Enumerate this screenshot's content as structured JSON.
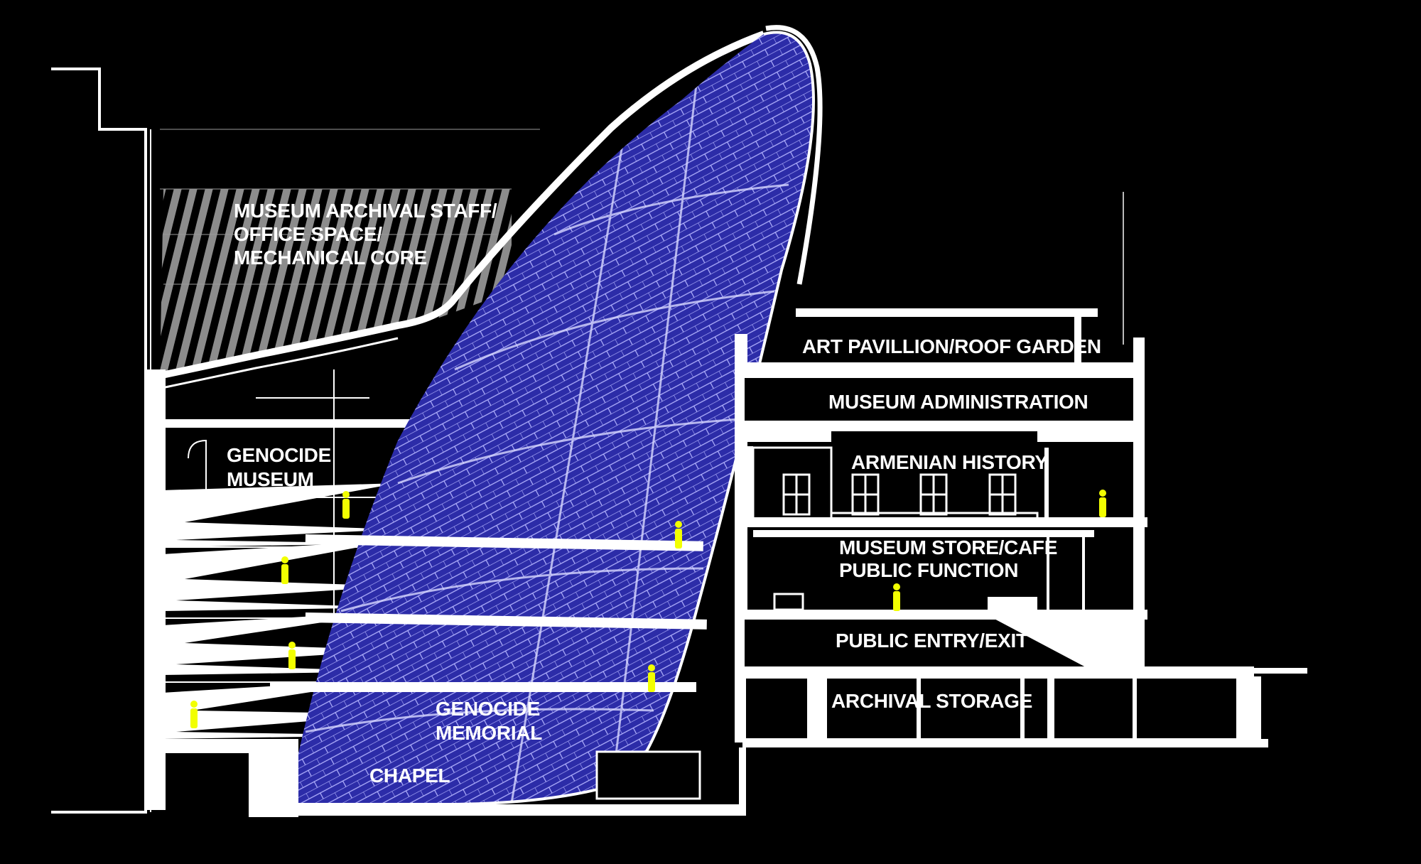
{
  "colors": {
    "background": "#000000",
    "structure": "#ffffff",
    "memorial_shell": "#8a8aff",
    "figure": "#f2ff00"
  },
  "labels": {
    "archival_staff": "MUSEUM ARCHIVAL STAFF/",
    "office_space": "OFFICE SPACE/",
    "mechanical_core": "MECHANICAL CORE",
    "genocide_museum_1": "GENOCIDE",
    "genocide_museum_2": "MUSEUM",
    "art_pavilion": "ART PAVILLION/ROOF GARDEN",
    "museum_admin": "MUSEUM ADMINISTRATION",
    "armenian_history": "ARMENIAN HISTORY",
    "museum_store": "MUSEUM STORE/CAFE",
    "public_function": "PUBLIC FUNCTION",
    "public_entry": "PUBLIC ENTRY/EXIT",
    "archival_storage": "ARCHIVAL STORAGE",
    "genocide_memorial_1": "GENOCIDE",
    "genocide_memorial_2": "MEMORIAL",
    "chapel": "CHAPEL"
  }
}
